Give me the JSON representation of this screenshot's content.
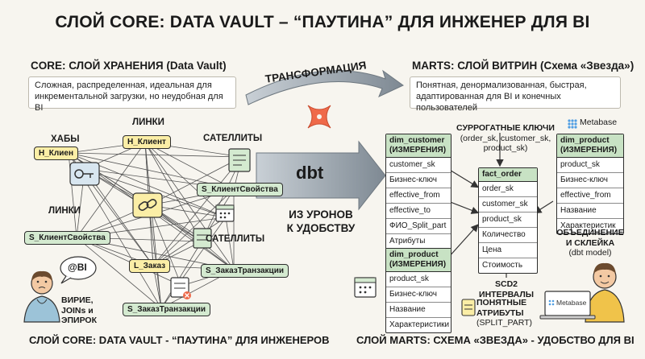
{
  "title": "СЛОЙ CORE: DATA VAULT – “ПАУТИНА” ДЛЯ ИНЖЕНЕР ДЛЯ BI",
  "core": {
    "heading": "CORE: СЛОЙ ХРАНЕНИЯ (Data Vault)",
    "description": "Сложная, распределенная, идеальная для инкрементальной загрузки, но неудобная для BI",
    "labels": {
      "hubs": "ХАБЫ",
      "links_top": "ЛИНКИ",
      "satellites_top": "САТЕЛЛИТЫ",
      "links_left": "ЛИНКИ",
      "satellites_right": "САТЕЛЛИТЫ"
    },
    "nodes": {
      "h_client_left": "H_Клиен",
      "h_client_top": "H_Клиент",
      "s_client_props_right": "S_КлиентСвойства",
      "s_client_props_left": "S_КлиентСвойства",
      "l_order": "L_Заказ",
      "s_order_tx_right": "S_ЗаказТранзакции",
      "s_order_tx_bottom": "S_ЗаказТранзакции"
    },
    "persona": {
      "badge": "@BI",
      "caption": "ВИРИЕ, JOINs и ЭПИРОК"
    },
    "footer": "СЛОЙ CORE: DATA VAULT - “ПАУТИНА” ДЛЯ ИНЖЕНЕРОВ"
  },
  "middle": {
    "transform_label": "ТРАНСФОРМАЦИЯ",
    "dbt_label": "dbt",
    "caption_line1": "ИЗ УРОНОВ",
    "caption_line2": "К УДОБСТВУ"
  },
  "marts": {
    "heading": "MARTS: СЛОЙ ВИТРИН (Схема «Звезда»)",
    "description": "Понятная, денормализованная, быстрая, адаптированная для BI и конечных пользователей",
    "metabase_label": "Metabase",
    "surrogate_keys_title": "СУРРОГАТНЫЕ КЛЮЧИ",
    "surrogate_keys_list": "(order_sk, customer_sk, product_sk)",
    "dim_customer": {
      "header_line1": "dim_customer",
      "header_line2": "(ИЗМЕРЕНИЯ)",
      "rows": [
        "customer_sk",
        "Бизнес-ключ",
        "effective_from",
        "effective_to",
        "ФИО_Split_part",
        "Атрибуты"
      ]
    },
    "fact_order": {
      "header": "fact_order",
      "rows": [
        "order_sk",
        "customer_sk",
        "product_sk",
        "Количество",
        "Цена",
        "Стоимость"
      ]
    },
    "dim_product_right": {
      "header_line1": "dim_product",
      "header_line2": "(ИЗМЕРЕНИЯ)",
      "rows": [
        "product_sk",
        "Бизнес-ключ",
        "effective_from",
        "Название",
        "Характеристик"
      ]
    },
    "dim_product_bottom": {
      "header_line1": "dim_product",
      "header_line2": "(ИЗМЕРЕНИЯ)",
      "rows": [
        "product_sk",
        "Бизнес-ключ",
        "Название",
        "Характеристики"
      ]
    },
    "join_note_line1": "ОБЪЕДИНЕНИЕ",
    "join_note_line2": "И СКЛЕЙКА",
    "join_note_line3": "(dbt model)",
    "scd2_line1": "SCD2",
    "scd2_line2": "ИНТЕРВАЛЫ",
    "attrs_line1": "ПОНЯТНЫЕ",
    "attrs_line2": "АТРИБУТЫ",
    "attrs_line3": "(SPLIT_PART)",
    "laptop_label": "Metabase",
    "footer": "СЛОЙ MARTS: СХЕМА «ЗВЕЗДА» - УДОБСТВО ДЛЯ BI"
  },
  "colors": {
    "accent_green": "#c8e2c4",
    "node_yellow": "#fbeea6",
    "node_green": "#d4ead0",
    "dbt_orange": "#ef6a4a",
    "arrow_gray": "#8f99a3"
  }
}
